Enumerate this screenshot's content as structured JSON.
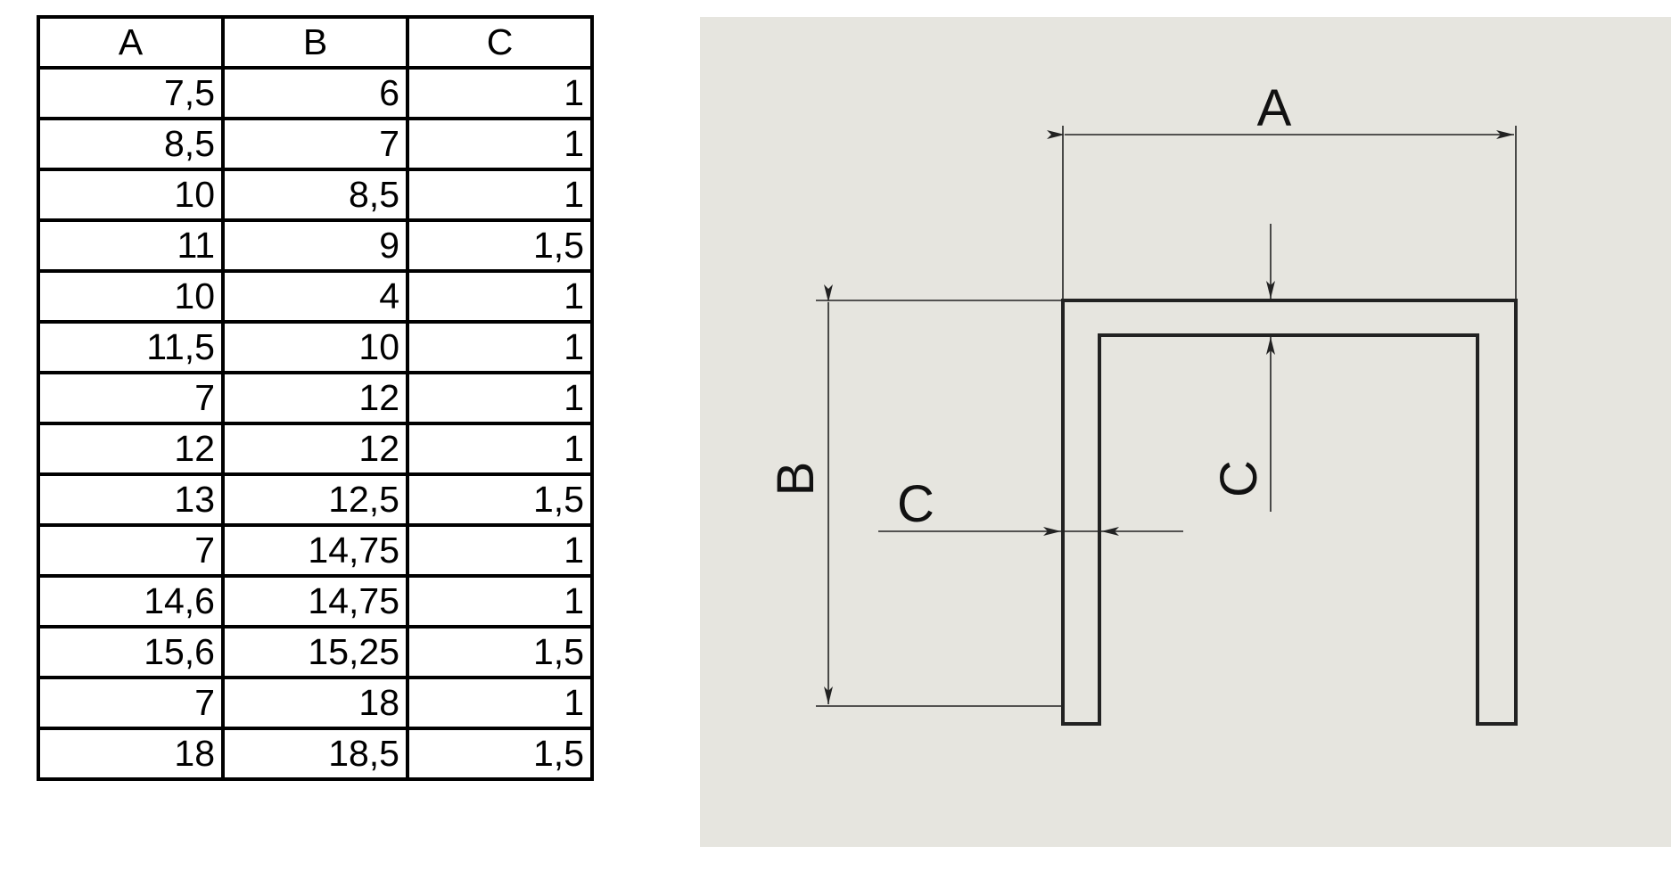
{
  "table": {
    "headers": [
      "A",
      "B",
      "C"
    ],
    "rows": [
      [
        "7,5",
        "6",
        "1"
      ],
      [
        "8,5",
        "7",
        "1"
      ],
      [
        "10",
        "8,5",
        "1"
      ],
      [
        "11",
        "9",
        "1,5"
      ],
      [
        "10",
        "4",
        "1"
      ],
      [
        "11,5",
        "10",
        "1"
      ],
      [
        "7",
        "12",
        "1"
      ],
      [
        "12",
        "12",
        "1"
      ],
      [
        "13",
        "12,5",
        "1,5"
      ],
      [
        "7",
        "14,75",
        "1"
      ],
      [
        "14,6",
        "14,75",
        "1"
      ],
      [
        "15,6",
        "15,25",
        "1,5"
      ],
      [
        "7",
        "18",
        "1"
      ],
      [
        "18",
        "18,5",
        "1,5"
      ]
    ]
  },
  "drawing": {
    "labels": {
      "width": "A",
      "height": "B",
      "thickness_side": "C",
      "thickness_top": "C"
    },
    "colors": {
      "background": "#e6e5df",
      "line": "#222222"
    }
  }
}
